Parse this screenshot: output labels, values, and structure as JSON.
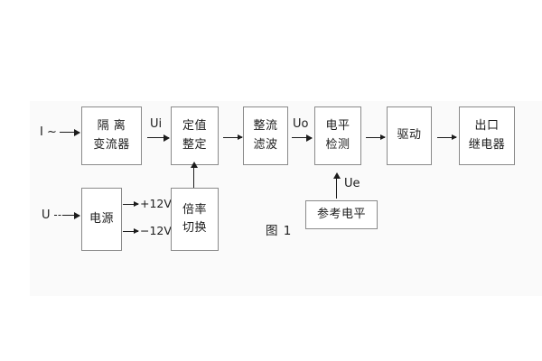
{
  "figure": {
    "caption": "图 1",
    "background_color": "#fafafa",
    "box_border_color": "#8a8a8a",
    "ink_color": "#1c1c1c"
  },
  "inputs": [
    {
      "name": "current-input",
      "label": "I ~"
    },
    {
      "name": "voltage-input",
      "label": "U"
    }
  ],
  "blocks": [
    {
      "id": "isolation-ct",
      "line1": "隔 离",
      "line2": "变流器"
    },
    {
      "id": "setting-value",
      "line1": "定值",
      "line2": "整定"
    },
    {
      "id": "rectify-filter",
      "line1": "整流",
      "line2": "滤波"
    },
    {
      "id": "level-detect",
      "line1": "电平",
      "line2": "检测"
    },
    {
      "id": "driver",
      "line1": "驱动",
      "line2": ""
    },
    {
      "id": "output-relay",
      "line1": "出口",
      "line2": "继电器"
    },
    {
      "id": "power-supply",
      "line1": "电源",
      "line2": ""
    },
    {
      "id": "multiplier-switch",
      "line1": "倍率",
      "line2": "切换"
    },
    {
      "id": "reference-level",
      "line1": "参考电平",
      "line2": ""
    }
  ],
  "signals": {
    "ui": "Ui",
    "uo": "Uo",
    "ue": "Ue",
    "rail_positive": "+12V",
    "rail_negative": "−12V"
  }
}
